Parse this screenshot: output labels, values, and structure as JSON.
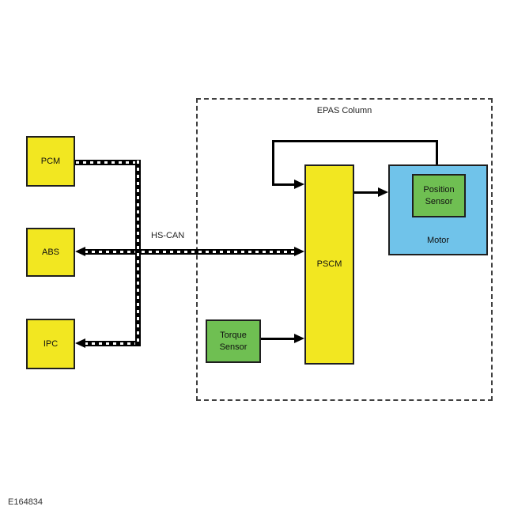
{
  "figure": {
    "id_label": "E164834",
    "epas_container_label": "EPAS Column",
    "bus": {
      "label": "HS-CAN",
      "style": "twisted-pair striped line",
      "color": "#000000"
    },
    "nodes": {
      "pcm": "PCM",
      "abs": "ABS",
      "ipc": "IPC",
      "pscm": "PSCM",
      "torque_sensor": "Torque Sensor",
      "motor": "Motor",
      "position_sensor": "Position Sensor"
    },
    "colors": {
      "module_yellow": "#f2e721",
      "sensor_green": "#6fbf52",
      "motor_blue": "#70c3ea",
      "line_black": "#000000",
      "dashed_border": "#404040",
      "background": "#ffffff"
    },
    "connections": [
      {
        "from": "PCM",
        "to": "HS-CAN bus",
        "line": "twisted-pair",
        "arrow": "none"
      },
      {
        "from": "HS-CAN bus",
        "to": "ABS",
        "line": "twisted-pair",
        "arrow": "into ABS"
      },
      {
        "from": "HS-CAN bus",
        "to": "IPC",
        "line": "twisted-pair",
        "arrow": "into IPC"
      },
      {
        "from": "HS-CAN bus",
        "to": "PSCM",
        "line": "twisted-pair",
        "arrow": "both ends (ABS and PSCM)"
      },
      {
        "from": "Torque Sensor",
        "to": "PSCM",
        "line": "solid",
        "arrow": "into PSCM"
      },
      {
        "from": "PSCM",
        "to": "Motor",
        "line": "solid",
        "arrow": "into Motor"
      },
      {
        "from": "Position Sensor",
        "to": "PSCM",
        "line": "solid feedback loop over top",
        "arrow": "into PSCM"
      }
    ]
  }
}
